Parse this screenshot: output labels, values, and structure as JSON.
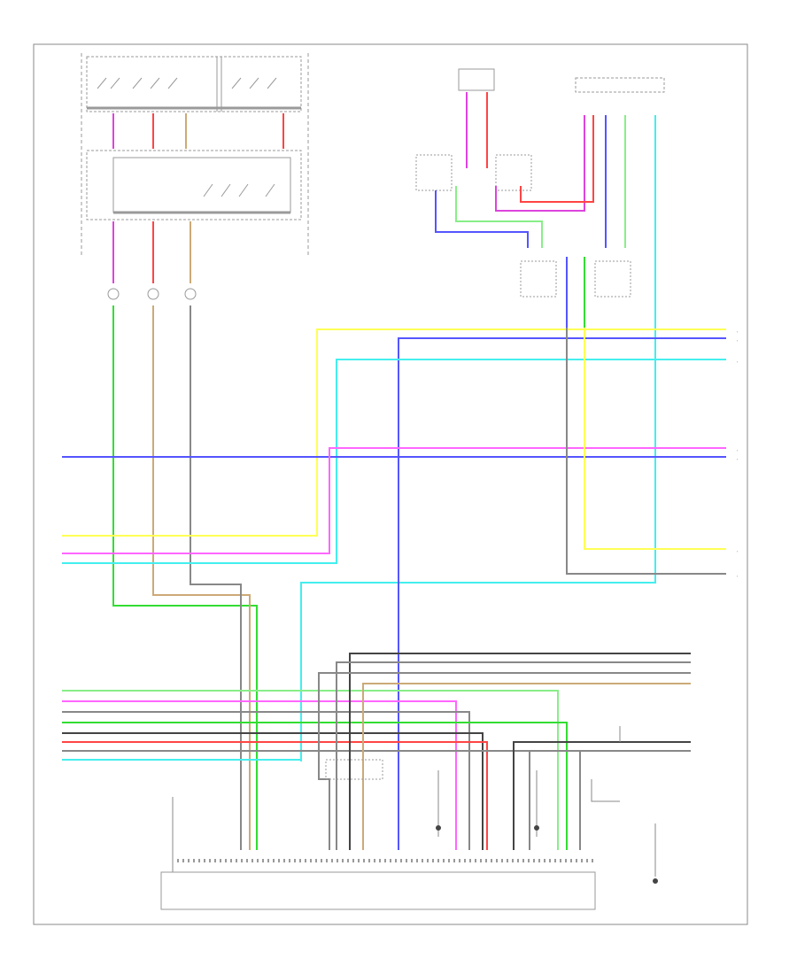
{
  "title": "",
  "page_code": "",
  "footer_label": "",
  "colors": {
    "border": "#8a8a8a",
    "component": "#9a9a9a",
    "green": "#33dd33",
    "light_green": "#88ee88",
    "yellow": "#ffff55",
    "pink": "#ff66ff",
    "magenta": "#dd44dd",
    "red": "#ff4444",
    "blue": "#5555ff",
    "cyan": "#44eeee",
    "gray": "#888888",
    "dark": "#444444",
    "tan": "#ccaa77"
  },
  "wires": [
    {
      "id": "w-green-left",
      "color": "green"
    },
    {
      "id": "w-tan-left",
      "color": "tan"
    },
    {
      "id": "w-gray-left",
      "color": "gray"
    },
    {
      "id": "w-yellow-upper",
      "color": "yellow"
    },
    {
      "id": "w-blue-upper",
      "color": "blue"
    },
    {
      "id": "w-cyan-upper",
      "color": "cyan"
    },
    {
      "id": "w-blue-mid",
      "color": "blue"
    },
    {
      "id": "w-pink-mid",
      "color": "pink"
    },
    {
      "id": "w-yellow-lower",
      "color": "yellow"
    },
    {
      "id": "w-pink-lower",
      "color": "pink"
    },
    {
      "id": "w-cyan-lower",
      "color": "cyan"
    },
    {
      "id": "w-gray-right",
      "color": "gray"
    },
    {
      "id": "w-yellow-right",
      "color": "yellow"
    },
    {
      "id": "w-cyan-right",
      "color": "cyan"
    },
    {
      "id": "w-bus-lightgreen",
      "color": "light_green"
    },
    {
      "id": "w-bus-pink",
      "color": "pink"
    },
    {
      "id": "w-bus-gray1",
      "color": "gray"
    },
    {
      "id": "w-bus-green",
      "color": "green"
    },
    {
      "id": "w-bus-dark",
      "color": "dark"
    },
    {
      "id": "w-bus-red",
      "color": "red"
    },
    {
      "id": "w-bus-gray2",
      "color": "gray"
    },
    {
      "id": "w-bus-cyan",
      "color": "cyan"
    },
    {
      "id": "w-top-magenta",
      "color": "magenta"
    },
    {
      "id": "w-top-red",
      "color": "red"
    },
    {
      "id": "w-top-blue",
      "color": "blue"
    },
    {
      "id": "w-top-lightgreen",
      "color": "light_green"
    },
    {
      "id": "w-top-cyan",
      "color": "cyan"
    }
  ]
}
